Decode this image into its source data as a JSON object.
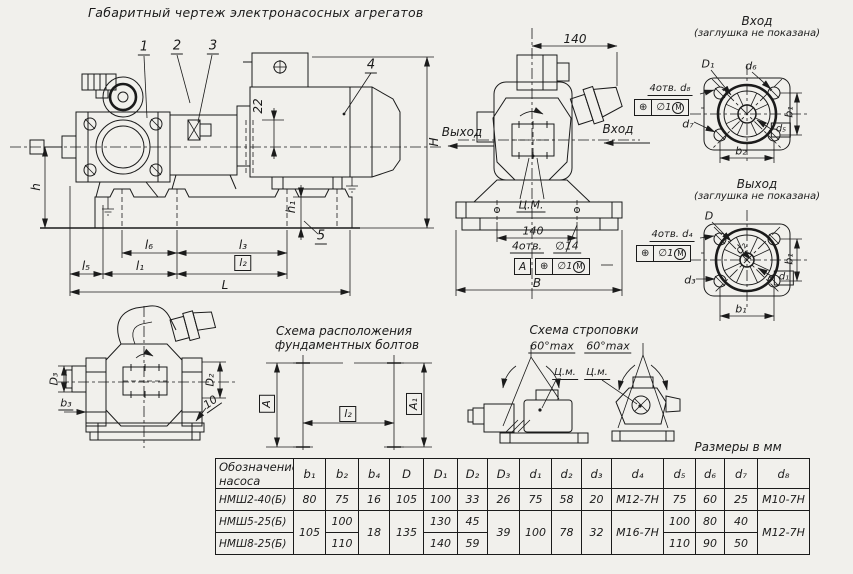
{
  "title": "Габаритный чертеж электронасосных агрегатов",
  "side_view": {
    "callout_1": "1",
    "callout_2": "2",
    "callout_3": "3",
    "callout_4": "4",
    "callout_5": "5",
    "dim_22": "22",
    "dim_H": "H",
    "dim_h": "h",
    "dim_h1": "h₁",
    "dim_l5": "l₅",
    "dim_l1": "l₁",
    "dim_l6": "l₆",
    "dim_l2": "l₂",
    "dim_l3": "l₃",
    "dim_L": "L"
  },
  "front_view": {
    "dim_top": "140",
    "label_out": "Выход",
    "label_in": "Вход",
    "center_mass": "Ц.М.",
    "dim_bolts": "140",
    "holes_count": "4отв.",
    "holes_dia": "∅14",
    "datum": "А",
    "pos_symbol": "⊕",
    "tol": "∅1",
    "mmc": "М",
    "dim_B": "B"
  },
  "inlet_flange": {
    "title": "Вход",
    "subtitle": "(заглушка не показана)",
    "holes": "4отв. d₈",
    "pos_symbol": "⊕",
    "tol": "∅1",
    "mmc": "М",
    "dim_D1": "D₁",
    "dim_d6": "d₆",
    "dim_d7": "d₇",
    "dim_d5": "d₅",
    "dim_b1": "b₁",
    "dim_b2": "b₂"
  },
  "outlet_flange": {
    "title": "Выход",
    "subtitle": "(заглушка не показана)",
    "holes": "4отв. d₄",
    "pos_symbol": "⊕",
    "tol": "∅1",
    "mmc": "М",
    "dim_D": "D",
    "dim_d2": "d₂",
    "dim_d3": "d₃",
    "dim_d1": "d₁",
    "dim_b1_side": "b₁",
    "dim_b1_bottom": "b₁"
  },
  "rear_view": {
    "dim_D3": "D₃",
    "dim_b3": "b₃",
    "dim_D2": "D₂",
    "dim_10": "10"
  },
  "bolt_layout": {
    "title_line1": "Схема расположения",
    "title_line2": "фундаментных болтов",
    "dim_A": "А",
    "dim_A1": "А₁",
    "dim_l2": "l₂"
  },
  "sling_scheme": {
    "title": "Схема строповки",
    "angle_left": "60°max",
    "angle_right": "60°max",
    "cm_left": "Ц.м.",
    "cm_right": "Ц.м."
  },
  "table": {
    "caption": "Размеры в мм",
    "col0_header": "Обозначение насоса",
    "headers": [
      "b₁",
      "b₂",
      "b₄",
      "D",
      "D₁",
      "D₂",
      "D₃",
      "d₁",
      "d₂",
      "d₃",
      "d₄",
      "d₅",
      "d₆",
      "d₇",
      "d₈"
    ],
    "r1": {
      "name": "НМШ2-40(Б)",
      "b1": "80",
      "b2": "75",
      "b4": "16",
      "D": "105",
      "D1": "100",
      "D2": "33",
      "D3": "26",
      "d1": "75",
      "d2": "58",
      "d3": "20",
      "d4": "М12-7Н",
      "d5": "75",
      "d6": "60",
      "d7": "25",
      "d8": "М10-7Н"
    },
    "r2": {
      "name": "НМШ5-25(Б)",
      "b1": "105",
      "b2": "100",
      "b4": "18",
      "D": "135",
      "D1": "130",
      "D2": "45",
      "D3": "39",
      "d1": "100",
      "d2": "78",
      "d3": "32",
      "d4": "М16-7Н",
      "d5": "100",
      "d6": "80",
      "d7": "40",
      "d8": "М12-7Н"
    },
    "r3": {
      "name": "НМШ8-25(Б)",
      "b2": "110",
      "D1": "140",
      "D2": "59",
      "d5": "110",
      "d6": "90",
      "d7": "50"
    }
  }
}
